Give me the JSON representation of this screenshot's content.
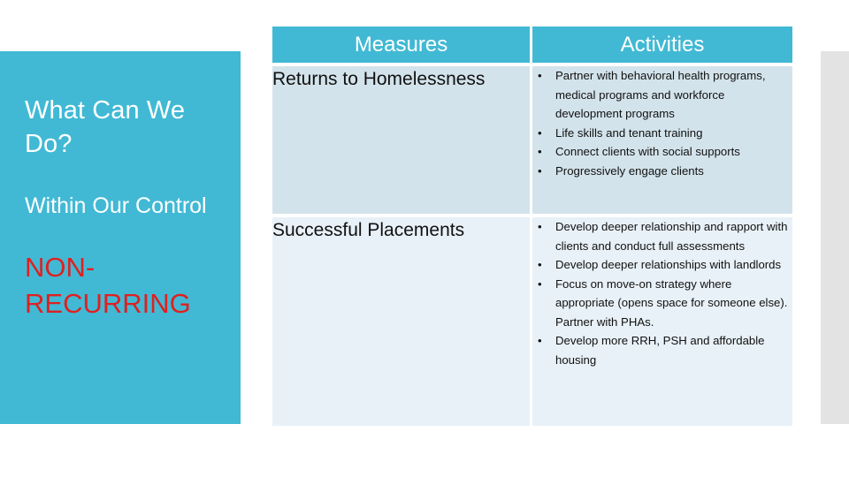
{
  "slide": {
    "background_color": "#ffffff",
    "accent_color": "#41b9d4",
    "emphasis_color": "#e02020",
    "row1_color": "#d3e3eb",
    "row2_color": "#e8f1f7",
    "sidebar_color": "#e3e3e3"
  },
  "left_panel": {
    "title": "What Can We Do?",
    "subtitle": "Within Our Control",
    "emphasis": "NON-RECURRING"
  },
  "table": {
    "headers": {
      "measures": "Measures",
      "activities": "Activities"
    },
    "rows": [
      {
        "measure": "Returns to Homelessness",
        "activities": [
          "Partner with behavioral health programs, medical programs and workforce development programs",
          "Life skills and tenant training",
          "Connect clients with social supports",
          "Progressively engage clients"
        ]
      },
      {
        "measure": "Successful Placements",
        "activities": [
          "Develop deeper relationship and rapport with clients and conduct full assessments",
          "Develop deeper relationships with landlords",
          "Focus on move-on strategy where appropriate (opens space for someone else).  Partner with PHAs.",
          "Develop more RRH, PSH and affordable housing"
        ]
      }
    ]
  }
}
